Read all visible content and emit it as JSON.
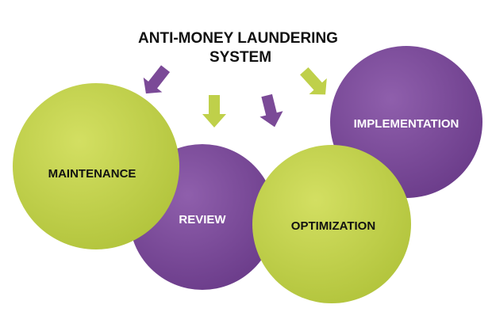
{
  "title": {
    "line1": "ANTI-MONEY LAUNDERING",
    "line2": "SYSTEM"
  },
  "stages": {
    "maintenance": "MAINTENANCE",
    "review": "REVIEW",
    "optimization": "OPTIMIZATION",
    "implementation": "IMPLEMENTATION"
  },
  "colors": {
    "green": "#bfd04a",
    "green_light": "#d0dd5c",
    "green_dark": "#a2b52f",
    "purple": "#7b4a97",
    "purple_light": "#8e5ea8",
    "purple_dark": "#603680",
    "text_dark": "#111111",
    "text_light": "#ffffff"
  },
  "icons": {
    "arrow_maintenance": "arrow-down-left-icon",
    "arrow_review": "arrow-down-icon",
    "arrow_optimization": "arrow-down-icon",
    "arrow_implementation": "arrow-down-right-icon"
  }
}
